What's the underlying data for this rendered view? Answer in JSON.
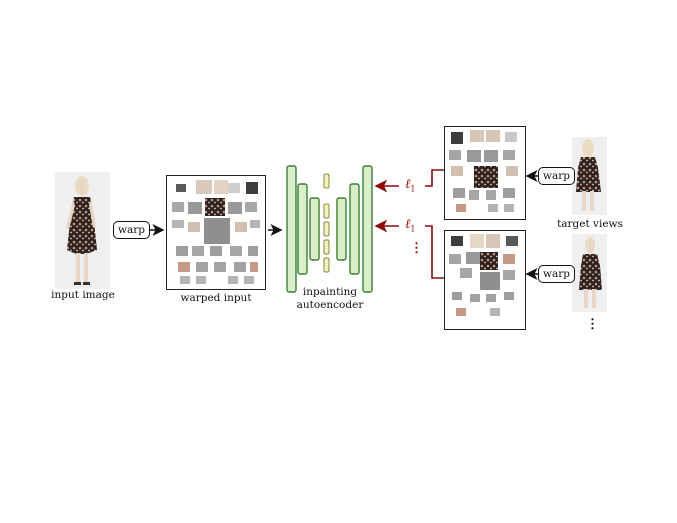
{
  "labels": {
    "input_image": "input image",
    "warped_input": "warped input",
    "inpainting_1": "inpainting",
    "inpainting_2": "autoencoder",
    "target_views": "target views"
  },
  "buttons": {
    "warp_main": "warp",
    "warp_target_1": "warp",
    "warp_target_2": "warp"
  },
  "loss": {
    "l1_symbol": "ℓ",
    "l1_sub": "1"
  },
  "ellipsis": "⋮",
  "colors": {
    "arrow_main": "#111111",
    "arrow_loss": "#8b0a0a",
    "encoder_fill": "#d8efc9",
    "encoder_stroke": "#3f7f36",
    "bottleneck_fill": "#f3f3c4",
    "bottleneck_stroke": "#8a8a3a",
    "dress_dark": "#2a2320",
    "dress_floral": "#c9937e",
    "skin": "#ead6c6",
    "hair": "#e9dcc2",
    "texture_gray": "#9a9a9a"
  }
}
